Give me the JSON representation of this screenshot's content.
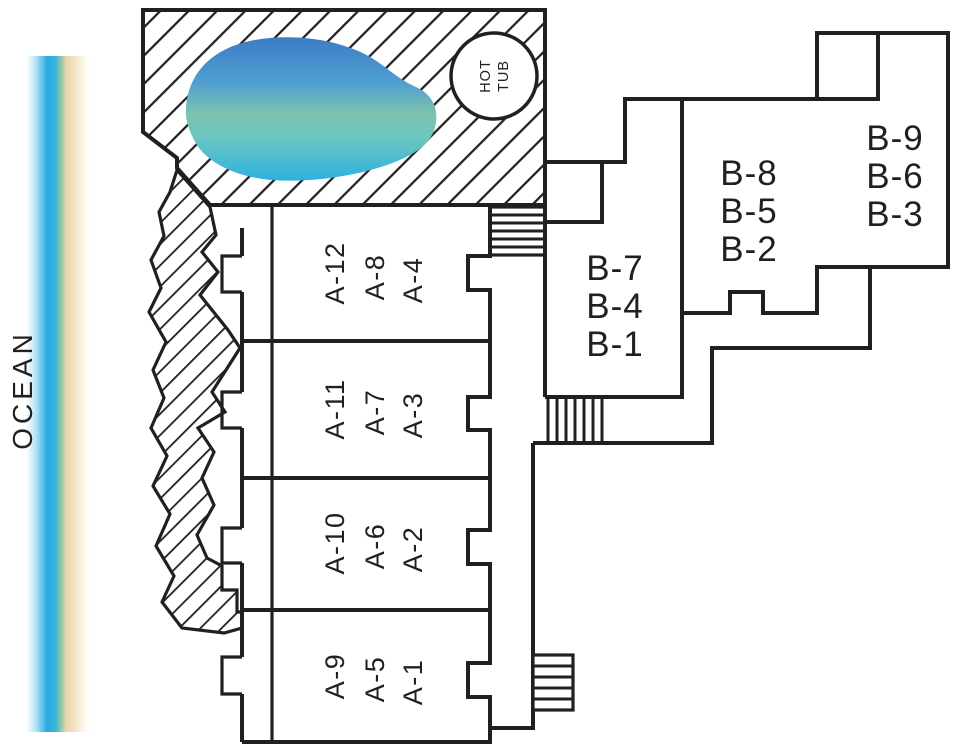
{
  "ocean": {
    "label": "OCEAN"
  },
  "hot_tub": {
    "line1": "HOT",
    "line2": "TUB"
  },
  "building_a": {
    "rows": [
      {
        "labels": [
          "A-12",
          "A-8",
          "A-4"
        ]
      },
      {
        "labels": [
          "A-11",
          "A-7",
          "A-3"
        ]
      },
      {
        "labels": [
          "A-10",
          "A-6",
          "A-2"
        ]
      },
      {
        "labels": [
          "A-9",
          "A-5",
          "A-1"
        ]
      }
    ]
  },
  "building_b": {
    "blocks": [
      {
        "labels": [
          "B-7",
          "B-4",
          "B-1"
        ]
      },
      {
        "labels": [
          "B-8",
          "B-5",
          "B-2"
        ]
      },
      {
        "labels": [
          "B-9",
          "B-6",
          "B-3"
        ]
      }
    ]
  },
  "colors": {
    "line": "#231f20",
    "ocean_white": "#ffffff",
    "ocean_pale_blue": "#b8e3f8",
    "ocean_blue": "#29abe2",
    "ocean_blue2": "#33b1df",
    "ocean_teal": "#7fc4ab",
    "ocean_sand": "#e9d6ab",
    "ocean_sand_light": "#f2dfbd",
    "ocean_fade": "#fcf6ea",
    "pool_top_blue": "#3c7cc5",
    "pool_mid_blue": "#4f9ed2",
    "pool_green": "#7cc3ad",
    "pool_teal": "#6cc6c0",
    "pool_bottom_cyan": "#28b0e2"
  }
}
